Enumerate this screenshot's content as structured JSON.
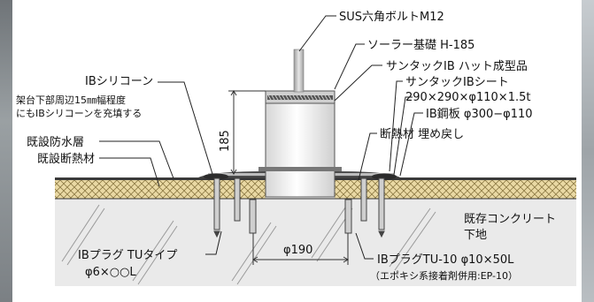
{
  "labels": {
    "bolt": "SUS六角ボルトM12",
    "foundation": "ソーラー基礎 H-185",
    "hat": "サンタックIB ハット成型品",
    "sheet": "サンタックIBシート",
    "sheet_dim": "290×290×φ110×1.5t",
    "steel_plate": "IB鋼板 φ300−φ110",
    "insulation_refill": "断熱材 埋め戻し",
    "silicone": "IBシリコーン",
    "silicone_note_1": "架台下部周辺15㎜幅程度",
    "silicone_note_2": "にもIBシリコーンを充填する",
    "waterproof": "既設防水層",
    "insulation": "既設断熱材",
    "concrete_1": "既存コンクリート",
    "concrete_2": "下地",
    "plug_left": "IBプラグ TUタイプ",
    "plug_left_size": "φ6×○○L",
    "plug_right": "IBプラグTU-10 φ10×50L",
    "plug_right_note": "（エポキシ系接着剤併用:EP-10）"
  },
  "dimensions": {
    "height": "185",
    "diameter": "φ190"
  }
}
